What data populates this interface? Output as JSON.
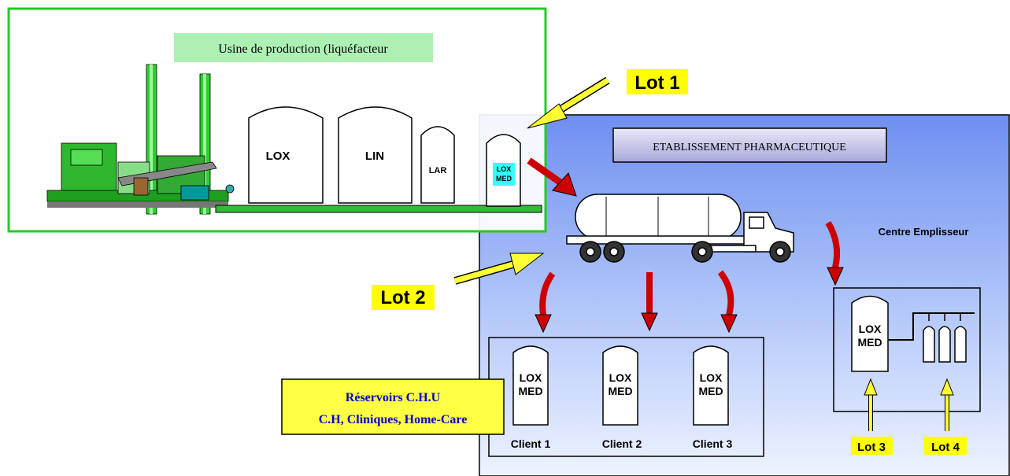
{
  "production": {
    "title": "Usine de production (liquéfacteur",
    "tanks": [
      "LOX",
      "LIN",
      "LAR"
    ],
    "lox_med_line1": "LOX",
    "lox_med_line2": "MED"
  },
  "lots": {
    "lot1": "Lot 1",
    "lot2": "Lot 2",
    "lot3": "Lot 3",
    "lot4": "Lot 4"
  },
  "pharma": {
    "title": "ETABLISSEMENT PHARMACEUTIQUE",
    "centre": "Centre Emplisseur",
    "centre_tank_line1": "LOX",
    "centre_tank_line2": "MED"
  },
  "clients": {
    "tank_line1": "LOX",
    "tank_line2": "MED",
    "labels": [
      "Client 1",
      "Client 2",
      "Client 3"
    ]
  },
  "reservoirs": {
    "line1": "Réservoirs C.H.U",
    "line2": "C.H, Cliniques, Home-Care"
  },
  "colors": {
    "frame_green": "#22cc22",
    "title_green_bg": "#aef0b4",
    "highlight_yellow": "#ffff00",
    "arrow_red": "#cc0000",
    "arrow_yellow": "#ffff33",
    "pharma_blue_top": "#6e8ff0",
    "pharma_blue_bottom": "#e8f0ff",
    "lox_med_cyan": "#33ffff",
    "reservoir_text_blue": "#0000cc"
  }
}
